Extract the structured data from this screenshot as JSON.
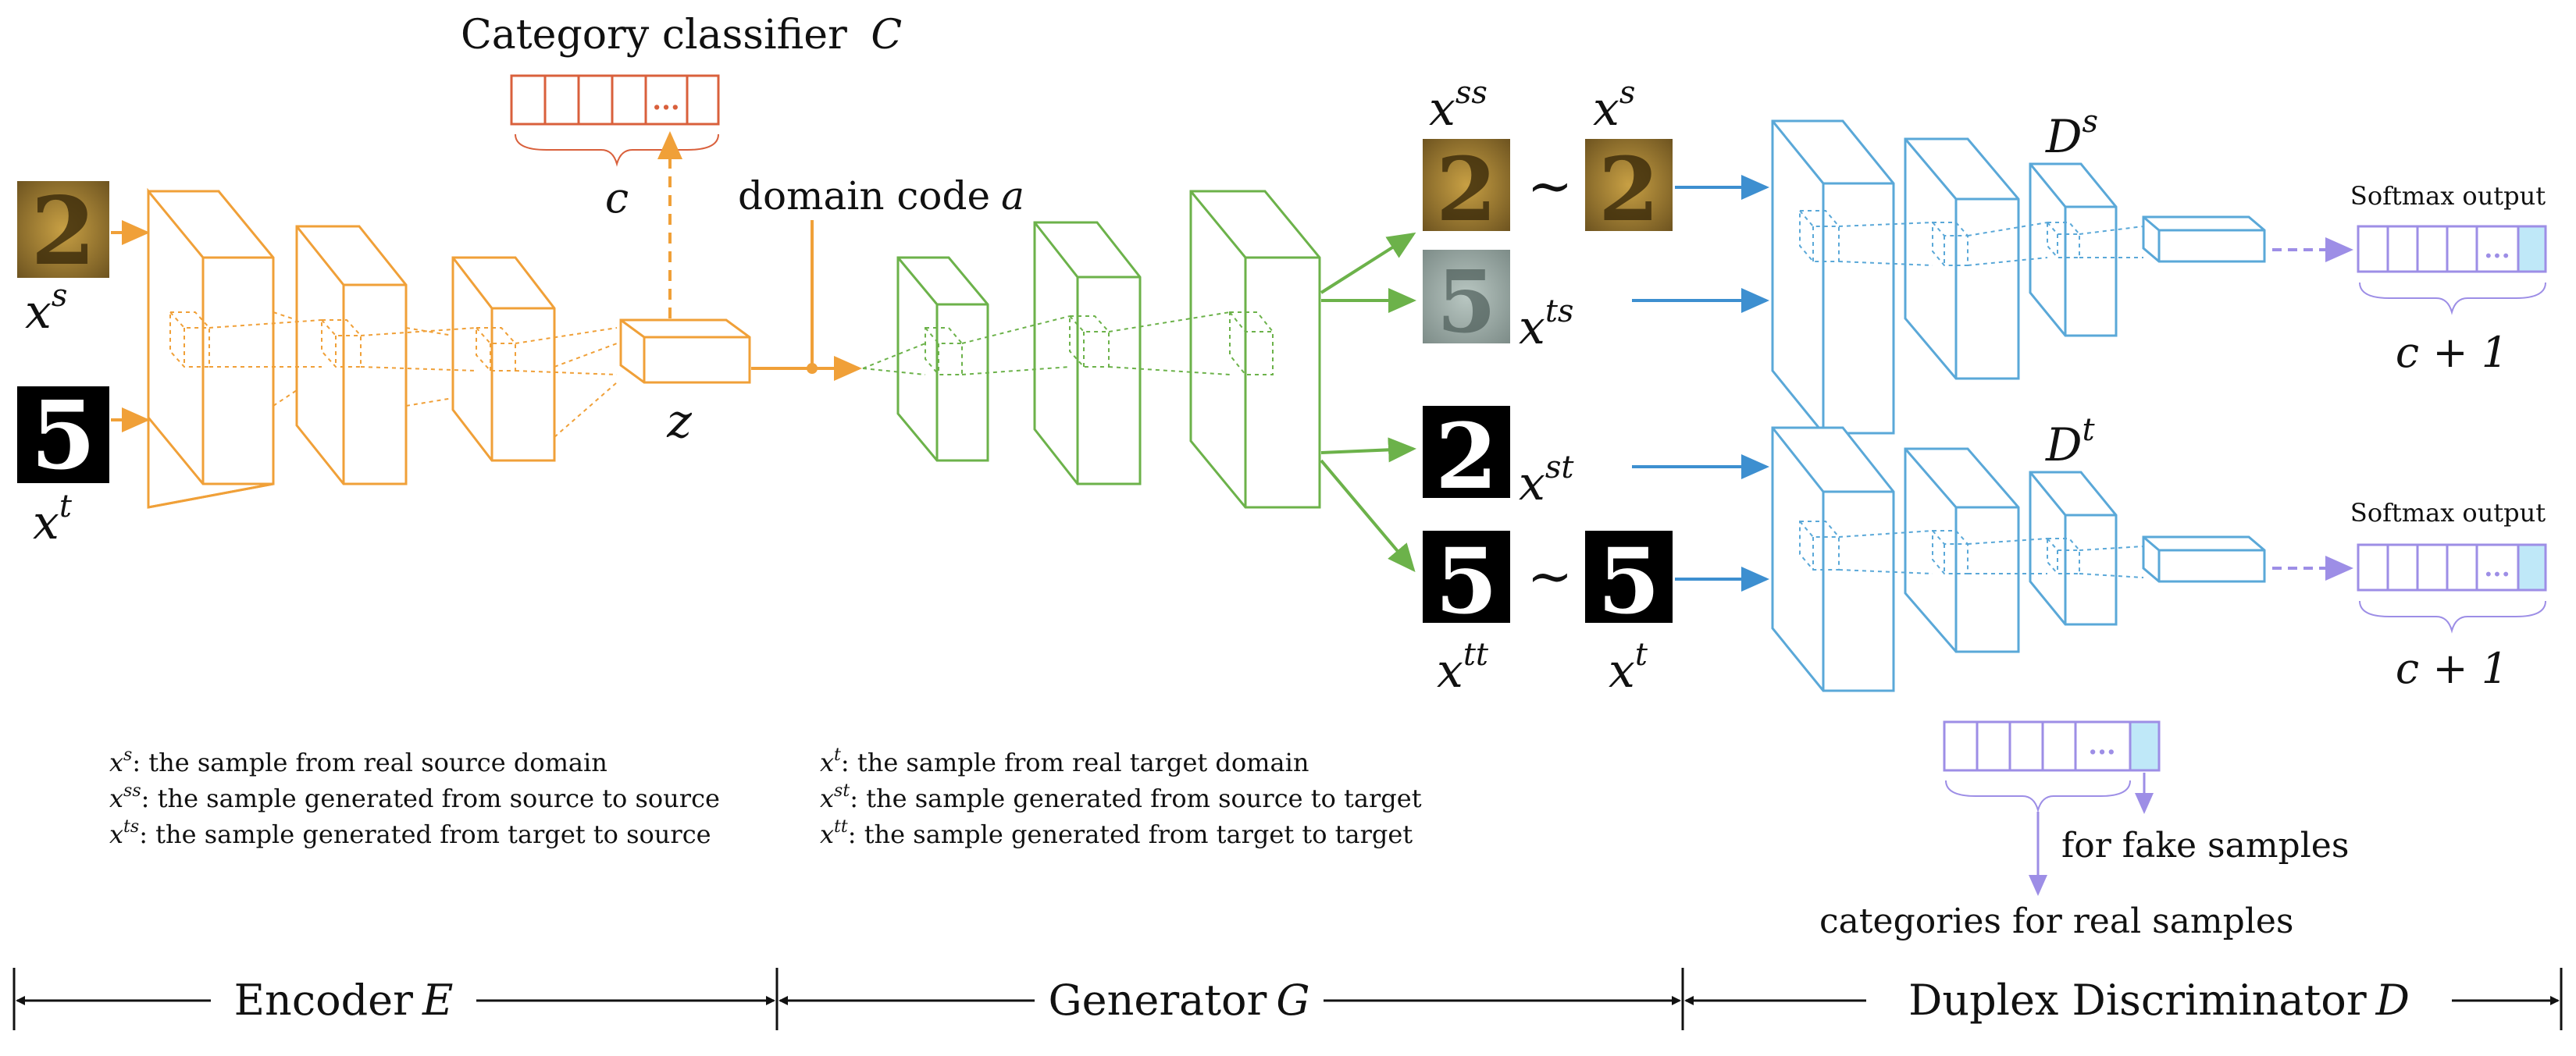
{
  "titles": {
    "classifier": "Category classifier",
    "classifier_sym": "C",
    "domain_code": "domain code",
    "domain_code_sym": "a",
    "softmax_top": "Softmax output",
    "softmax_bottom": "Softmax output"
  },
  "symbols": {
    "c": "c",
    "z": "z",
    "x": "x",
    "sup_s": "s",
    "sup_t": "t",
    "sup_ss": "ss",
    "sup_ts": "ts",
    "sup_st": "st",
    "sup_tt": "tt",
    "tilde": "~",
    "c_plus_one_top": "c + 1",
    "c_plus_one_bottom": "c + 1",
    "ds_base": "D",
    "ds_sup": "s",
    "dt_base": "D",
    "dt_sup": "t"
  },
  "digits": {
    "source_digit": "2",
    "target_digit": "5",
    "ts_digit": "5"
  },
  "legend": {
    "left": [
      {
        "sup": "s",
        "text": ": the sample from real source domain"
      },
      {
        "sup": "ss",
        "text": ": the sample generated from source to source"
      },
      {
        "sup": "ts",
        "text": ": the sample generated from target to source"
      }
    ],
    "right": [
      {
        "sup": "t",
        "text": ": the sample from real target domain"
      },
      {
        "sup": "st",
        "text": ": the sample generated from source to target"
      },
      {
        "sup": "tt",
        "text": ": the sample generated from target to target"
      }
    ]
  },
  "output_notes": {
    "fake": "for fake samples",
    "real": "categories for real samples",
    "dots": "..."
  },
  "sections": {
    "encoder": "Encoder",
    "encoder_sym": "E",
    "generator": "Generator",
    "generator_sym": "G",
    "discriminator": "Duplex Discriminator",
    "discriminator_sym": "D"
  },
  "colors": {
    "encoder": "#f0a038",
    "generator": "#6cb24a",
    "discriminator": "#5aa8d8",
    "classifier": "#d9603c",
    "softmax": "#9d8ee6",
    "softmax_fill": "#bfe8f8",
    "text": "#111111"
  }
}
